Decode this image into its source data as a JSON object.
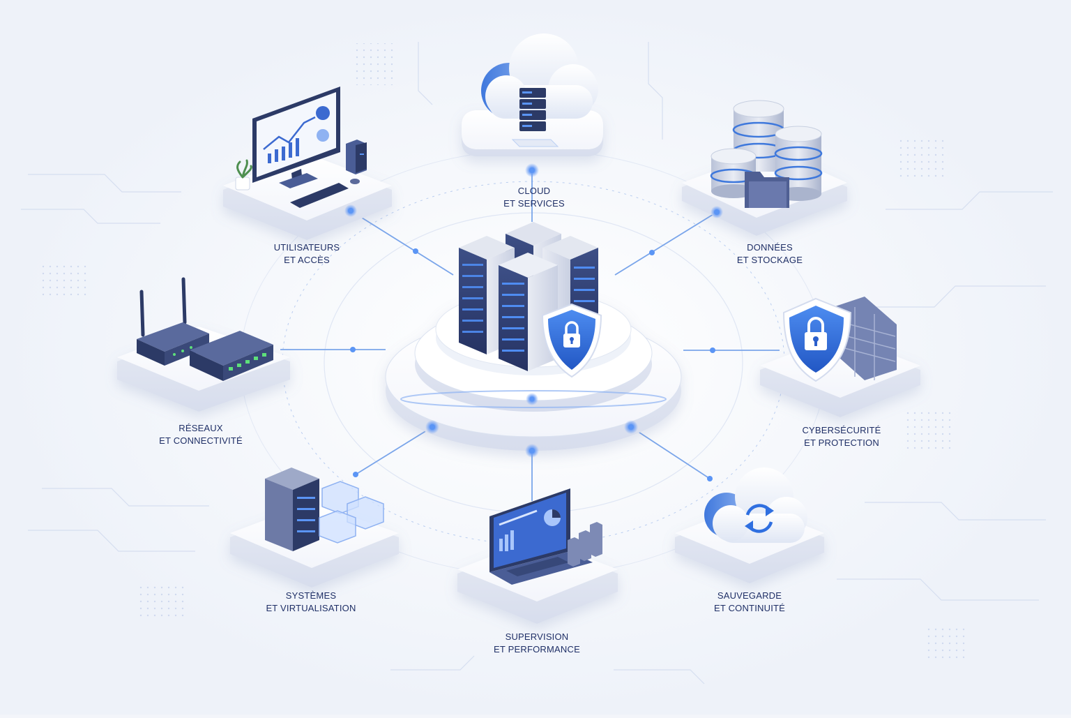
{
  "colors": {
    "background": "#f3f5fa",
    "accent": "#2f6fe0",
    "line": "#6f9ee8",
    "device_dark": "#2c3a66",
    "device_mid": "#4a5d96",
    "label_text": "#1f2f66",
    "platform": "#ffffff"
  },
  "hub": {
    "name": "central-server-cluster",
    "icons": [
      "server-rack-icon",
      "shield-lock-icon"
    ]
  },
  "nodes": [
    {
      "id": "cloud",
      "icon": "cloud-server-icon",
      "line1": "CLOUD",
      "line2": "ET SERVICES"
    },
    {
      "id": "data",
      "icon": "database-folder-icon",
      "line1": "DONNÉES",
      "line2": "ET STOCKAGE"
    },
    {
      "id": "security",
      "icon": "shield-firewall-icon",
      "line1": "CYBERSÉCURITÉ",
      "line2": "ET PROTECTION"
    },
    {
      "id": "backup",
      "icon": "cloud-sync-icon",
      "line1": "SAUVEGARDE",
      "line2": "ET CONTINUITÉ"
    },
    {
      "id": "monitoring",
      "icon": "laptop-dashboard-icon",
      "line1": "SUPERVISION",
      "line2": "ET PERFORMANCE"
    },
    {
      "id": "systems",
      "icon": "server-virtual-cubes-icon",
      "line1": "SYSTÈMES",
      "line2": "ET VIRTUALISATION"
    },
    {
      "id": "network",
      "icon": "router-switch-icon",
      "line1": "RÉSEAUX",
      "line2": "ET CONNECTIVITÉ"
    },
    {
      "id": "users",
      "icon": "desktop-workstation-icon",
      "line1": "UTILISATEURS",
      "line2": "ET ACCÈS"
    }
  ]
}
